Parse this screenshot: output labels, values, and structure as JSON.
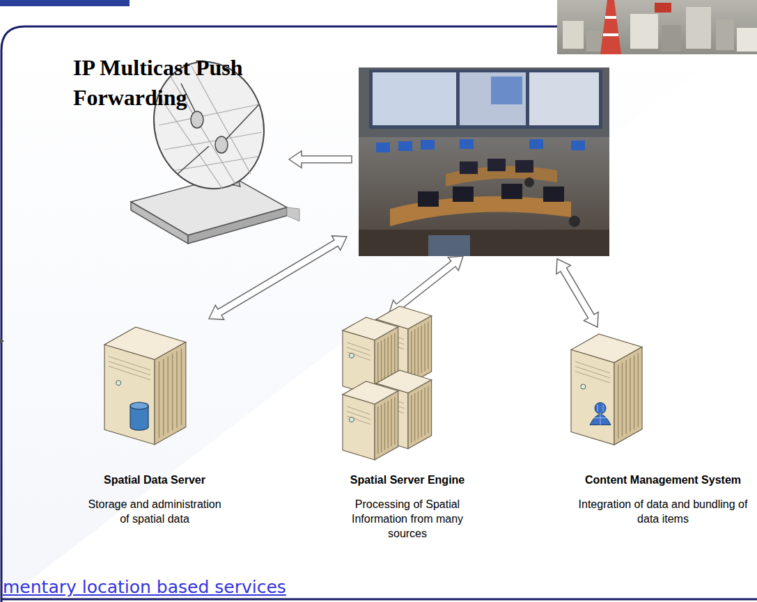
{
  "diagram": {
    "title": "IP Multicast Push Forwarding",
    "caption": "mentary location based services",
    "nodes": [
      {
        "text": [
          "Spatial Data Server",
          "Storage and administration of spatial data"
        ]
      },
      {
        "text": [
          "Spatial Server Engine",
          "Processing of Spatial Information from many sources"
        ]
      },
      {
        "text": [
          "Content Management System",
          "Integration of data and bundling of data items"
        ]
      }
    ]
  }
}
